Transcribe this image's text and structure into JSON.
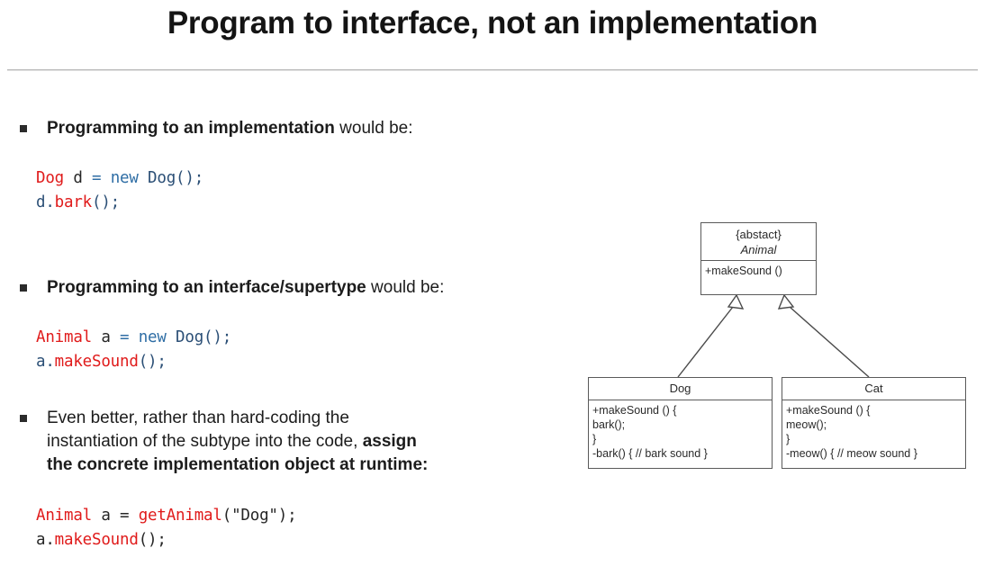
{
  "slide": {
    "title": "Program to interface, not an implementation"
  },
  "bullets": [
    {
      "id": "bullet-1",
      "lead_bold": "Programming to an implementation",
      "tail": " would be:"
    },
    {
      "id": "bullet-2",
      "lead_bold": "Programming to an interface/supertype",
      "tail": " would be:"
    },
    {
      "id": "bullet-3",
      "plain_1": "Even better, rather than hard-coding the",
      "plain_2": "instantiation of the subtype into the code, ",
      "bold_1": "assign",
      "bold_2": "the concrete implementation object at runtime:"
    }
  ],
  "code_blocks": [
    {
      "id": "code-1",
      "lines": [
        [
          {
            "t": "Dog",
            "c": "red"
          },
          {
            "t": " d ",
            "c": "dark"
          },
          {
            "t": "= ",
            "c": "blue"
          },
          {
            "t": "new ",
            "c": "blue"
          },
          {
            "t": "Dog();",
            "c": "navy"
          }
        ],
        [
          {
            "t": "d.",
            "c": "navy"
          },
          {
            "t": "bark",
            "c": "red"
          },
          {
            "t": "();",
            "c": "navy"
          }
        ]
      ]
    },
    {
      "id": "code-2",
      "lines": [
        [
          {
            "t": "Animal",
            "c": "red"
          },
          {
            "t": " a ",
            "c": "dark"
          },
          {
            "t": "= ",
            "c": "blue"
          },
          {
            "t": "new ",
            "c": "blue"
          },
          {
            "t": "Dog();",
            "c": "navy"
          }
        ],
        [
          {
            "t": "a.",
            "c": "navy"
          },
          {
            "t": "makeSound",
            "c": "red"
          },
          {
            "t": "();",
            "c": "navy"
          }
        ]
      ]
    },
    {
      "id": "code-3",
      "lines": [
        [
          {
            "t": "Animal",
            "c": "red"
          },
          {
            "t": " a = ",
            "c": "dark"
          },
          {
            "t": "getAnimal",
            "c": "red"
          },
          {
            "t": "(\"Dog\");",
            "c": "dark"
          }
        ],
        [
          {
            "t": "a.",
            "c": "dark"
          },
          {
            "t": "makeSound",
            "c": "red"
          },
          {
            "t": "();",
            "c": "dark"
          }
        ]
      ]
    }
  ],
  "uml": {
    "animal": {
      "stereotype": "{abstact}",
      "name": "Animal",
      "members": "+makeSound ()"
    },
    "dog": {
      "name": "Dog",
      "members": "+makeSound () {\n bark();\n}\n-bark() { // bark sound }"
    },
    "cat": {
      "name": "Cat",
      "members": "+makeSound () {\n meow();\n}\n-meow() { // meow sound }"
    }
  },
  "colors": {
    "keyword_red": "#e01b1b",
    "keyword_blue": "#2f6ea5",
    "identifier_navy": "#2b4f76",
    "text_dark": "#262626",
    "uml_stroke": "#5a5a5a"
  }
}
